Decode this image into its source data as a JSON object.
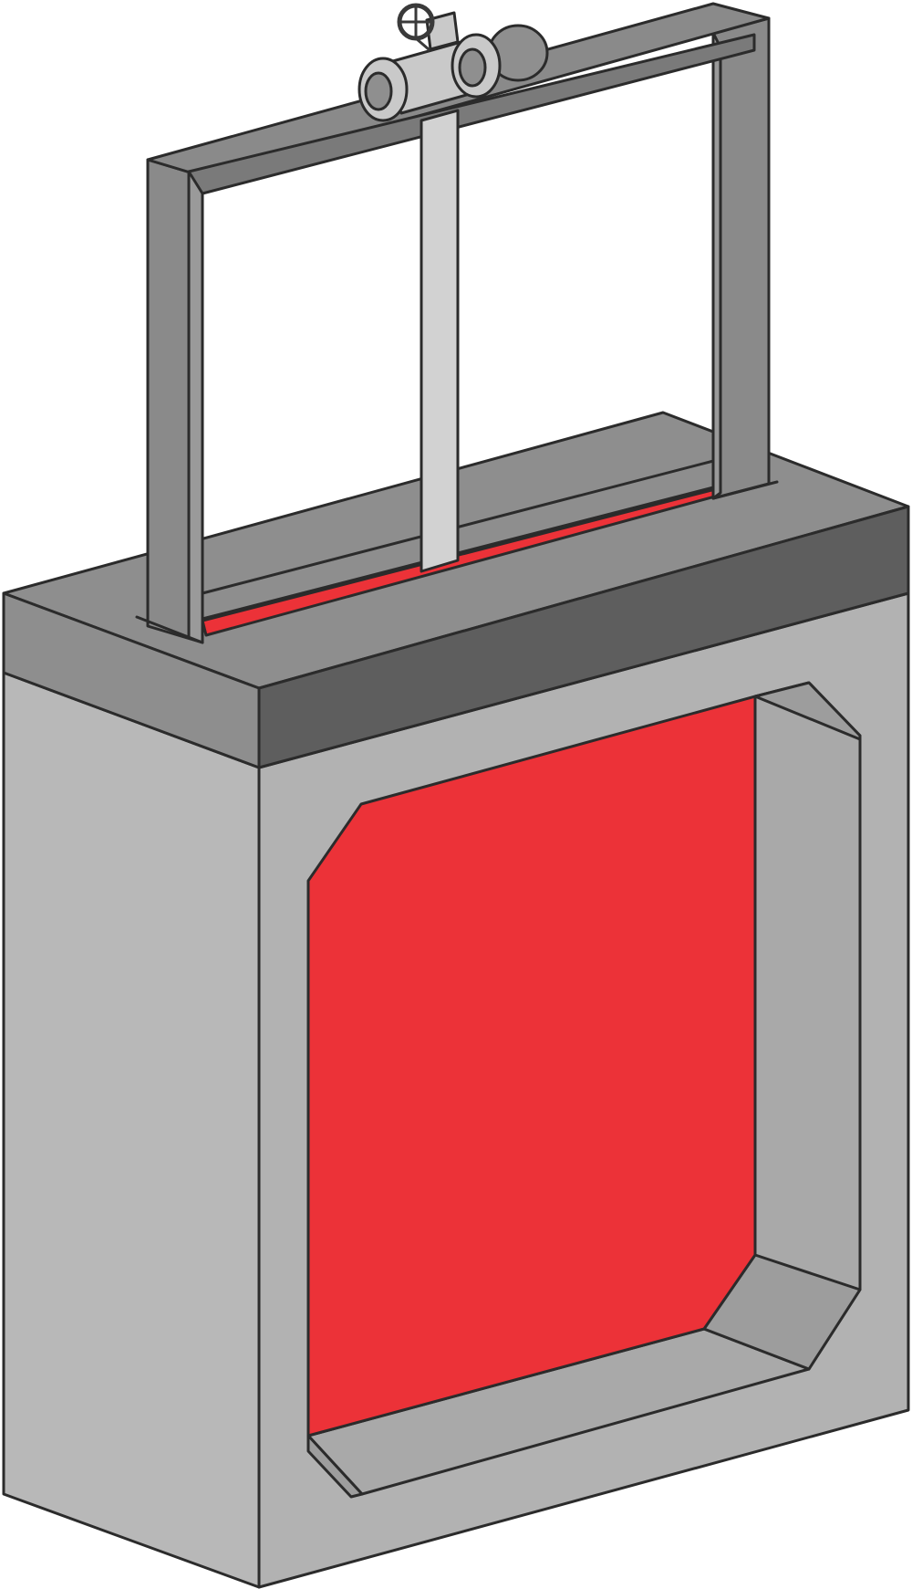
{
  "diagram": {
    "subject": "slide-gate",
    "colors": {
      "background": "#ffffff",
      "outline": "#2b2b2b",
      "frame_front": "#8a8a8a",
      "frame_side": "#7a7a7a",
      "frame_inner": "#9a9a9a",
      "stem": "#d2d2d2",
      "concrete_top": "#8e8e8e",
      "concrete_edge": "#5e5e5e",
      "concrete_front": "#b2b2b2",
      "concrete_left": "#b8b8b8",
      "opening_side": "#a9a9a9",
      "opening_chamfer": "#9d9d9d",
      "gate_plate": "#ec3238",
      "actuator_body": "#c9c9c9",
      "actuator_dark": "#8f8f8f",
      "handwheel": "#3a3a3a"
    },
    "parts": [
      {
        "id": "lifting-frame",
        "icon": "frame-icon"
      },
      {
        "id": "stem",
        "icon": "rod-icon"
      },
      {
        "id": "actuator",
        "icon": "gear-motor-icon"
      },
      {
        "id": "handwheel",
        "icon": "handwheel-icon"
      },
      {
        "id": "concrete-structure",
        "icon": "block-icon"
      },
      {
        "id": "gate-plate",
        "icon": "plate-icon"
      },
      {
        "id": "opening",
        "icon": "opening-icon"
      }
    ]
  }
}
